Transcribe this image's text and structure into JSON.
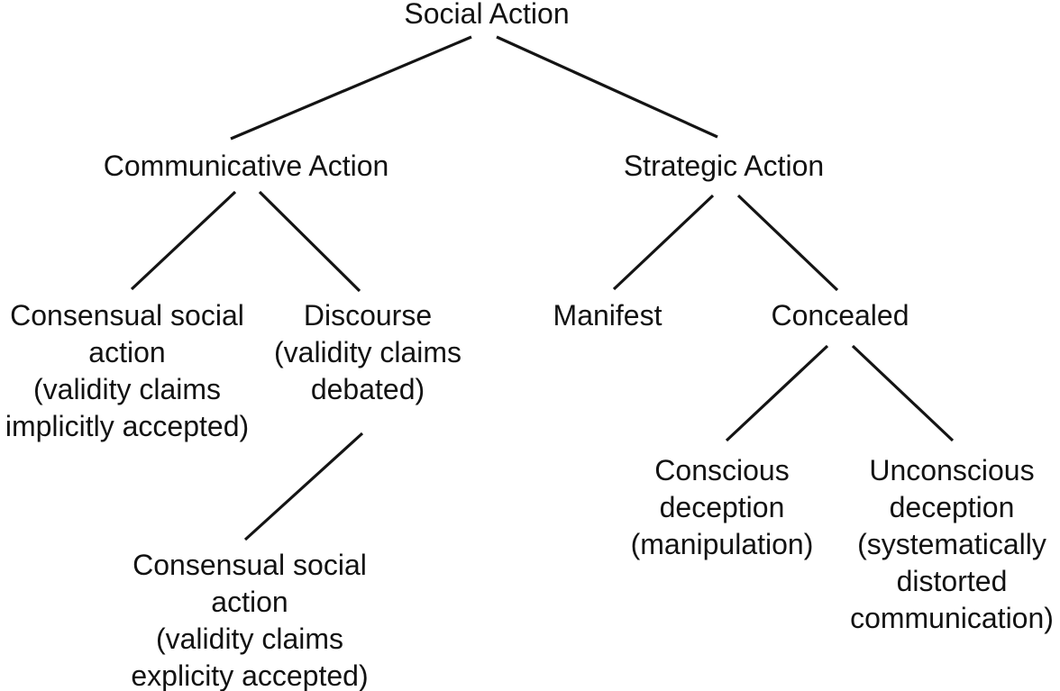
{
  "diagram": {
    "title": "Social Action typology tree",
    "colors": {
      "background": "#ffffff",
      "text": "#121212",
      "line": "#141414"
    },
    "nodes": {
      "social_action": {
        "label": "Social Action"
      },
      "communicative_action": {
        "label": "Communicative Action"
      },
      "strategic_action": {
        "label": "Strategic Action"
      },
      "consensual_implicit": {
        "label": "Consensual social\naction\n(validity claims\nimplicitly accepted)"
      },
      "discourse": {
        "label": "Discourse\n(validity claims\ndebated)"
      },
      "consensual_explicit": {
        "label": "Consensual social\naction\n(validity claims\nexplicity accepted)"
      },
      "manifest": {
        "label": "Manifest"
      },
      "concealed": {
        "label": "Concealed"
      },
      "conscious_deception": {
        "label": "Conscious\ndeception\n(manipulation)"
      },
      "unconscious_deception": {
        "label": "Unconscious\ndeception\n(systematically\ndistorted\ncommunication)"
      }
    },
    "edges": [
      {
        "from": "Social Action",
        "to": "Communicative Action"
      },
      {
        "from": "Social Action",
        "to": "Strategic Action"
      },
      {
        "from": "Communicative Action",
        "to": "Consensual social action (validity claims implicitly accepted)"
      },
      {
        "from": "Communicative Action",
        "to": "Discourse (validity claims debated)"
      },
      {
        "from": "Discourse (validity claims debated)",
        "to": "Consensual social action (validity claims explicity accepted)"
      },
      {
        "from": "Strategic Action",
        "to": "Manifest"
      },
      {
        "from": "Strategic Action",
        "to": "Concealed"
      },
      {
        "from": "Concealed",
        "to": "Conscious deception (manipulation)"
      },
      {
        "from": "Concealed",
        "to": "Unconscious deception (systematically distorted communication)"
      }
    ]
  }
}
